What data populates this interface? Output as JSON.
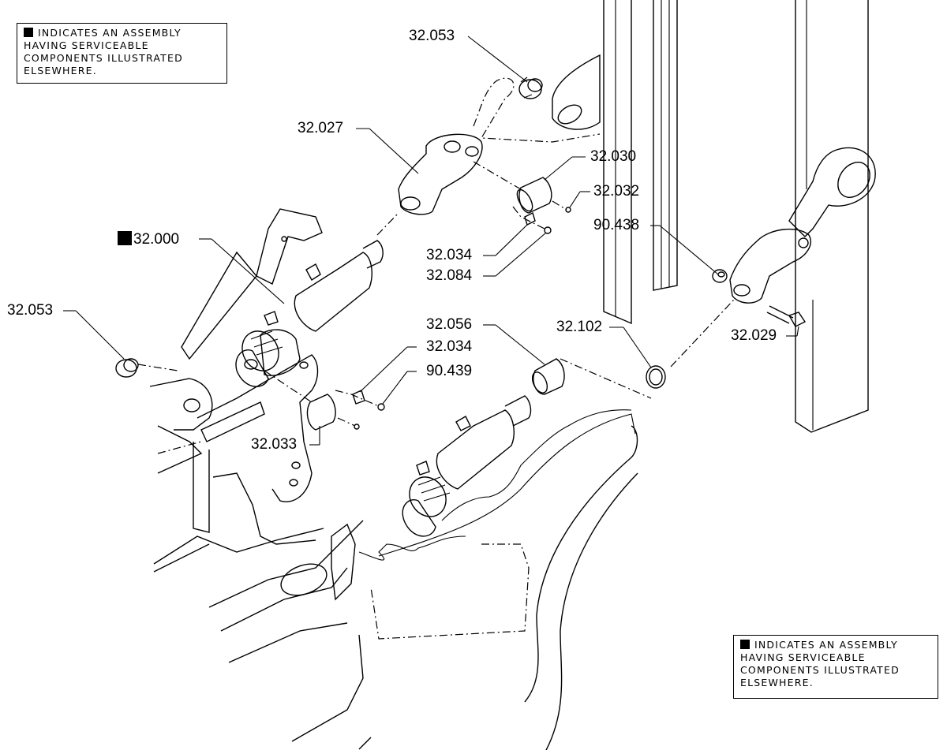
{
  "notes": {
    "top_left": {
      "lines": [
        "INDICATES AN ASSEMBLY",
        "HAVING SERVICEABLE",
        "COMPONENTS ILLUSTRATED",
        "ELSEWHERE."
      ]
    },
    "bottom_right": {
      "lines": [
        "INDICATES AN ASSEMBLY",
        "HAVING SERVICEABLE",
        "COMPONENTS ILLUSTRATED",
        "ELSEWHERE."
      ]
    }
  },
  "parts": {
    "p32_053_top": "32.053",
    "p32_027": "32.027",
    "p32_030": "32.030",
    "p32_032": "32.032",
    "p90_438": "90.438",
    "p32_000": "32.000",
    "p32_034_top": "32.034",
    "p32_084": "32.084",
    "p32_053_left": "32.053",
    "p32_056": "32.056",
    "p32_102": "32.102",
    "p32_034_mid": "32.034",
    "p90_439": "90.439",
    "p32_029": "32.029",
    "p32_033": "32.033"
  }
}
